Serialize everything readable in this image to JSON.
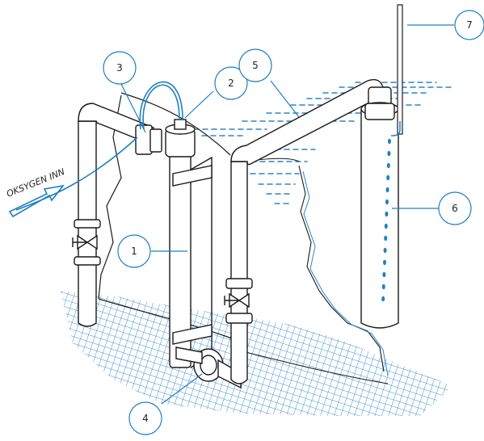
{
  "inlet": {
    "label": "OKSYGEN INN"
  },
  "callouts": [
    {
      "id": "1",
      "label": "1"
    },
    {
      "id": "2",
      "label": "2"
    },
    {
      "id": "3",
      "label": "3"
    },
    {
      "id": "4",
      "label": "4"
    },
    {
      "id": "5",
      "label": "5"
    },
    {
      "id": "6",
      "label": "6"
    },
    {
      "id": "7",
      "label": "7"
    }
  ],
  "colors": {
    "line": "#1a1a1a",
    "accent": "#1e7fc4",
    "water": "#2a86c8",
    "net": "#3d8fd6",
    "pipe_fill": "#ffffff"
  }
}
